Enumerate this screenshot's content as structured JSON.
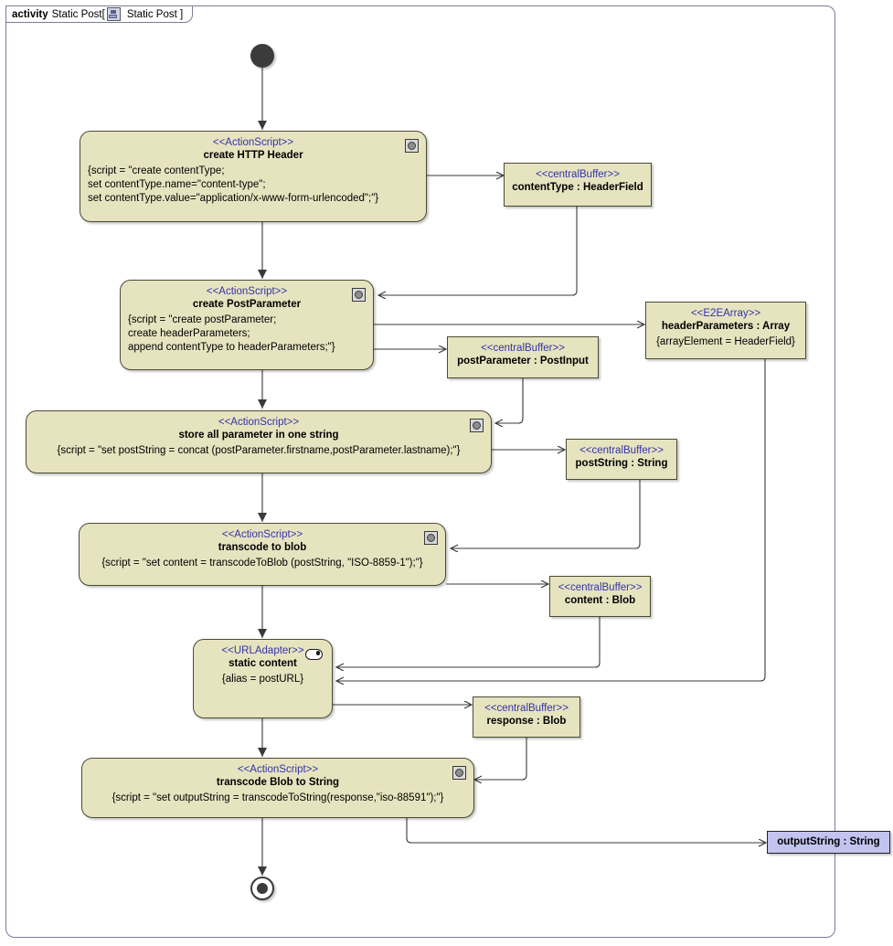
{
  "frame": {
    "keyword": "activity",
    "name": "Static Post[",
    "tab_label": "Static Post ]",
    "icon": "activity-diagram-icon"
  },
  "colors": {
    "node_fill": "#e6e3bf",
    "node_border": "#4a4a35",
    "stereotype_text": "#3333aa",
    "parameter_fill": "#c3c3ef",
    "frame_border": "#7b7b9e",
    "edge": "#3a3a3a"
  },
  "nodes": {
    "initial": {
      "name": "initial-node"
    },
    "final": {
      "name": "final-node"
    },
    "create_http_header": {
      "stereotype": "<<ActionScript>>",
      "title": "create HTTP Header",
      "body": "{script = \"create contentType;\nset contentType.name=\"content-type\";\nset contentType.value=\"application/x-www-form-urlencoded\";\"}",
      "icon": "script-icon"
    },
    "content_type_buffer": {
      "stereotype": "<<centralBuffer>>",
      "title": "contentType : HeaderField"
    },
    "create_post_parameter": {
      "stereotype": "<<ActionScript>>",
      "title": "create PostParameter",
      "body": "{script = \"create postParameter;\ncreate headerParameters;\nappend contentType to headerParameters;\"}",
      "icon": "script-icon"
    },
    "post_parameter_buffer": {
      "stereotype": "<<centralBuffer>>",
      "title": "postParameter : PostInput"
    },
    "header_parameters_array": {
      "stereotype": "<<E2EArray>>",
      "title": "headerParameters : Array",
      "body": "{arrayElement = HeaderField}"
    },
    "store_all_parameter": {
      "stereotype": "<<ActionScript>>",
      "title": "store all parameter in one string",
      "body": "{script = \"set postString = concat (postParameter.firstname,postParameter.lastname);\"}",
      "icon": "script-icon"
    },
    "post_string_buffer": {
      "stereotype": "<<centralBuffer>>",
      "title": "postString : String"
    },
    "transcode_to_blob": {
      "stereotype": "<<ActionScript>>",
      "title": "transcode to blob",
      "body": "{script = \"set content = transcodeToBlob (postString, \"ISO-8859-1\");\"}",
      "icon": "script-icon"
    },
    "content_buffer": {
      "stereotype": "<<centralBuffer>>",
      "title": "content : Blob"
    },
    "static_content": {
      "stereotype": "<<URLAdapter>>",
      "title": "static content",
      "body": "{alias = postURL}",
      "icon": "adapter-icon"
    },
    "response_buffer": {
      "stereotype": "<<centralBuffer>>",
      "title": "response : Blob"
    },
    "transcode_blob_to_string": {
      "stereotype": "<<ActionScript>>",
      "title": "transcode Blob to String",
      "body": "{script = \"set outputString = transcodeToString(response,\"iso-88591\");\"}",
      "icon": "script-icon"
    },
    "output_string_param": {
      "title": "outputString : String"
    }
  }
}
